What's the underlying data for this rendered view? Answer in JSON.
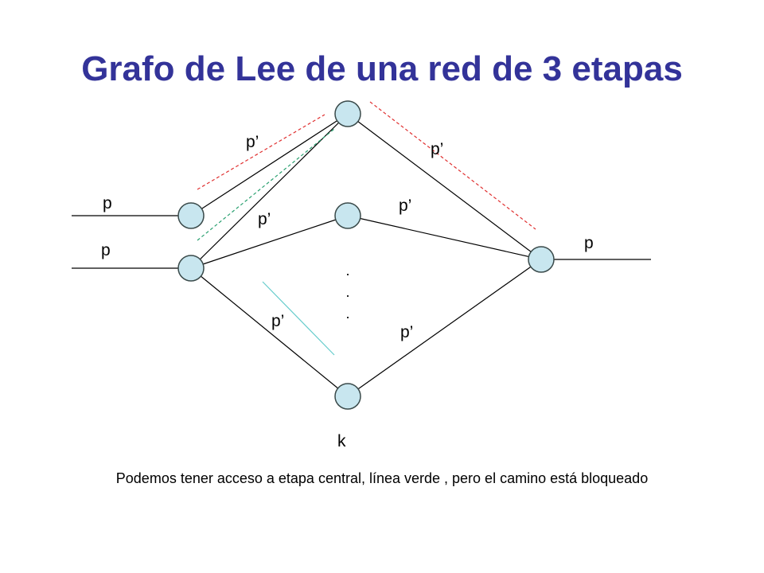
{
  "title": "Grafo de Lee de una red de 3 etapas",
  "labels": {
    "input_p_top": "p",
    "input_p_bottom": "p",
    "output_p": "p",
    "edge_top_left": "p’",
    "edge_top_right": "p’",
    "edge_mid_left": "p’",
    "edge_mid_right": "p’",
    "edge_bottom_left": "p’",
    "edge_bottom_right": "p’",
    "k": "k"
  },
  "ellipsis": "·",
  "caption": "Podemos tener acceso a etapa central, línea verde , pero el camino está bloqueado",
  "colors": {
    "title": "#333399",
    "node_fill": "#c8e6ef",
    "node_stroke": "#3a4a4a",
    "red_dashed": "#e03030",
    "green_dashed": "#2aa070",
    "cyan_line": "#66cccc"
  }
}
